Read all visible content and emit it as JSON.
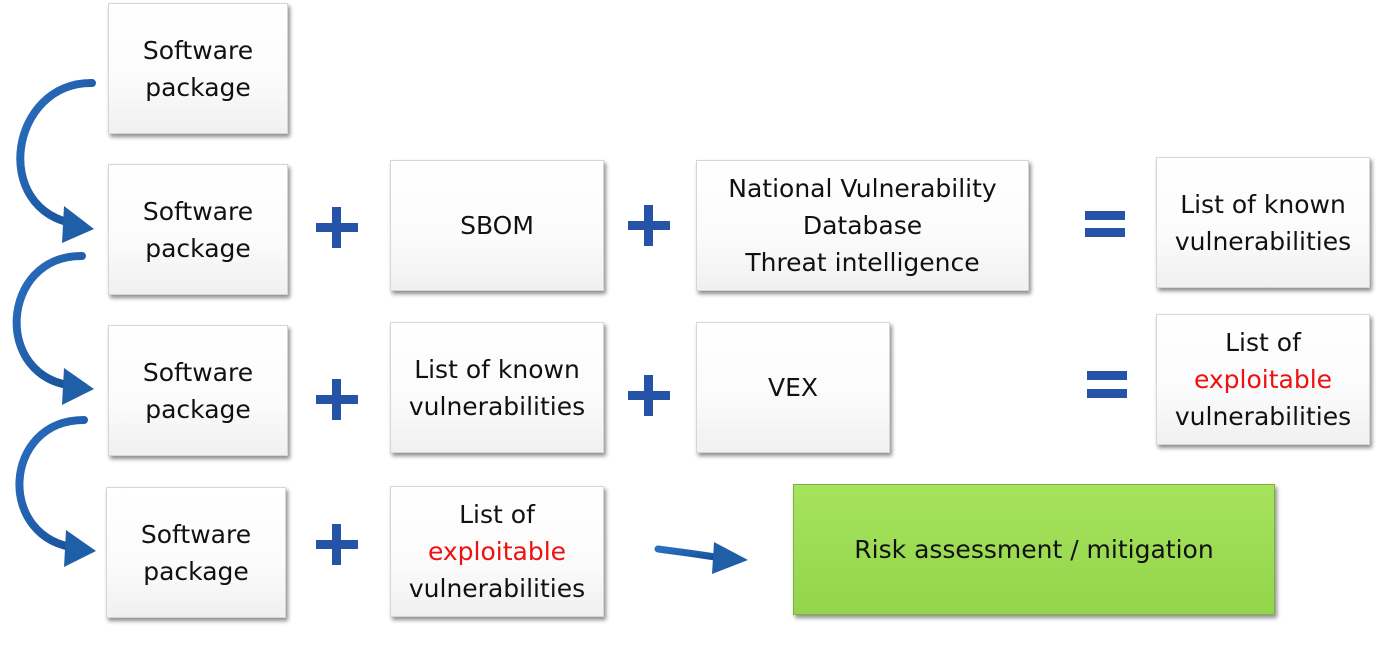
{
  "colors": {
    "box_fill": "#ffffff",
    "operator": "#2553a8",
    "arrow": "#1f5fa8",
    "highlight_text": "#ee1111",
    "result_fill": "#9ad654"
  },
  "row1": {
    "software_package": [
      "Software",
      "package"
    ]
  },
  "row2": {
    "software_package": [
      "Software",
      "package"
    ],
    "sbom": [
      "SBOM"
    ],
    "sources": [
      "National Vulnerability",
      "Database",
      "Threat intelligence"
    ],
    "result": [
      "List of known",
      "vulnerabilities"
    ]
  },
  "row3": {
    "software_package": [
      "Software",
      "package"
    ],
    "known_list": [
      "List of known",
      "vulnerabilities"
    ],
    "vex": [
      "VEX"
    ],
    "result": [
      "List of",
      "exploitable",
      "vulnerabilities"
    ]
  },
  "row4": {
    "software_package": [
      "Software",
      "package"
    ],
    "exploitable_list": [
      "List of",
      "exploitable",
      "vulnerabilities"
    ],
    "outcome": [
      "Risk assessment / mitigation"
    ]
  },
  "icons": [
    "plus-icon",
    "equals-icon",
    "curved-arrow-icon",
    "right-arrow-icon"
  ]
}
